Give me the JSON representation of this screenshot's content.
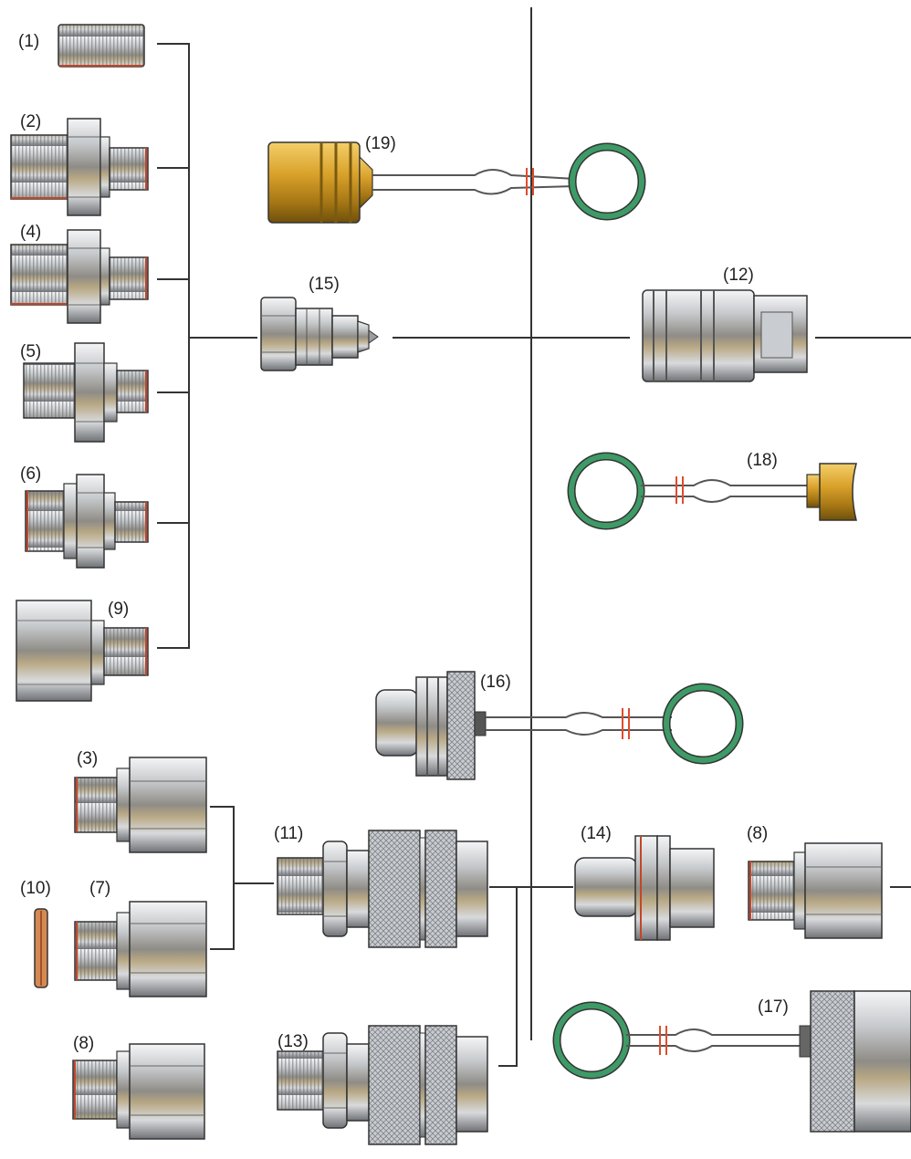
{
  "labels": {
    "p1": "(1)",
    "p2": "(2)",
    "p3": "(3)",
    "p4": "(4)",
    "p5": "(5)",
    "p6": "(6)",
    "p7": "(7)",
    "p8a": "(8)",
    "p8b": "(8)",
    "p9": "(9)",
    "p10": "(10)",
    "p11": "(11)",
    "p12": "(12)",
    "p13": "(13)",
    "p14": "(14)",
    "p15": "(15)",
    "p16": "(16)",
    "p17": "(17)",
    "p18": "(18)",
    "p19": "(19)"
  },
  "colors": {
    "steel_dark": "#5f6266",
    "steel_mid": "#a9adb2",
    "steel_light": "#eef0f2",
    "brass_dark": "#8a6412",
    "brass_light": "#e8b83a",
    "thread_edge": "#c2462a",
    "ring": "#3e9a66",
    "leader_line": "#333333"
  }
}
